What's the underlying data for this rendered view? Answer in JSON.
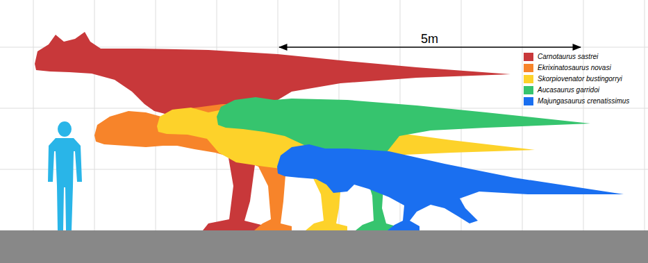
{
  "diagram": {
    "labels": [
      "5m"
    ],
    "legend": [
      {
        "text": "Carnotaurus sastrei",
        "color": "#c8383a"
      },
      {
        "text": "Ekrixinatosaurus novasi",
        "color": "#f7842a"
      },
      {
        "text": "Skorpiovenator bustingorryi",
        "color": "#fdd22a"
      },
      {
        "text": "Aucasaurus garridoi",
        "color": "#36c46e"
      },
      {
        "text": "Majungasaurus crenatissimus",
        "color": "#1a6ff0"
      }
    ]
  }
}
